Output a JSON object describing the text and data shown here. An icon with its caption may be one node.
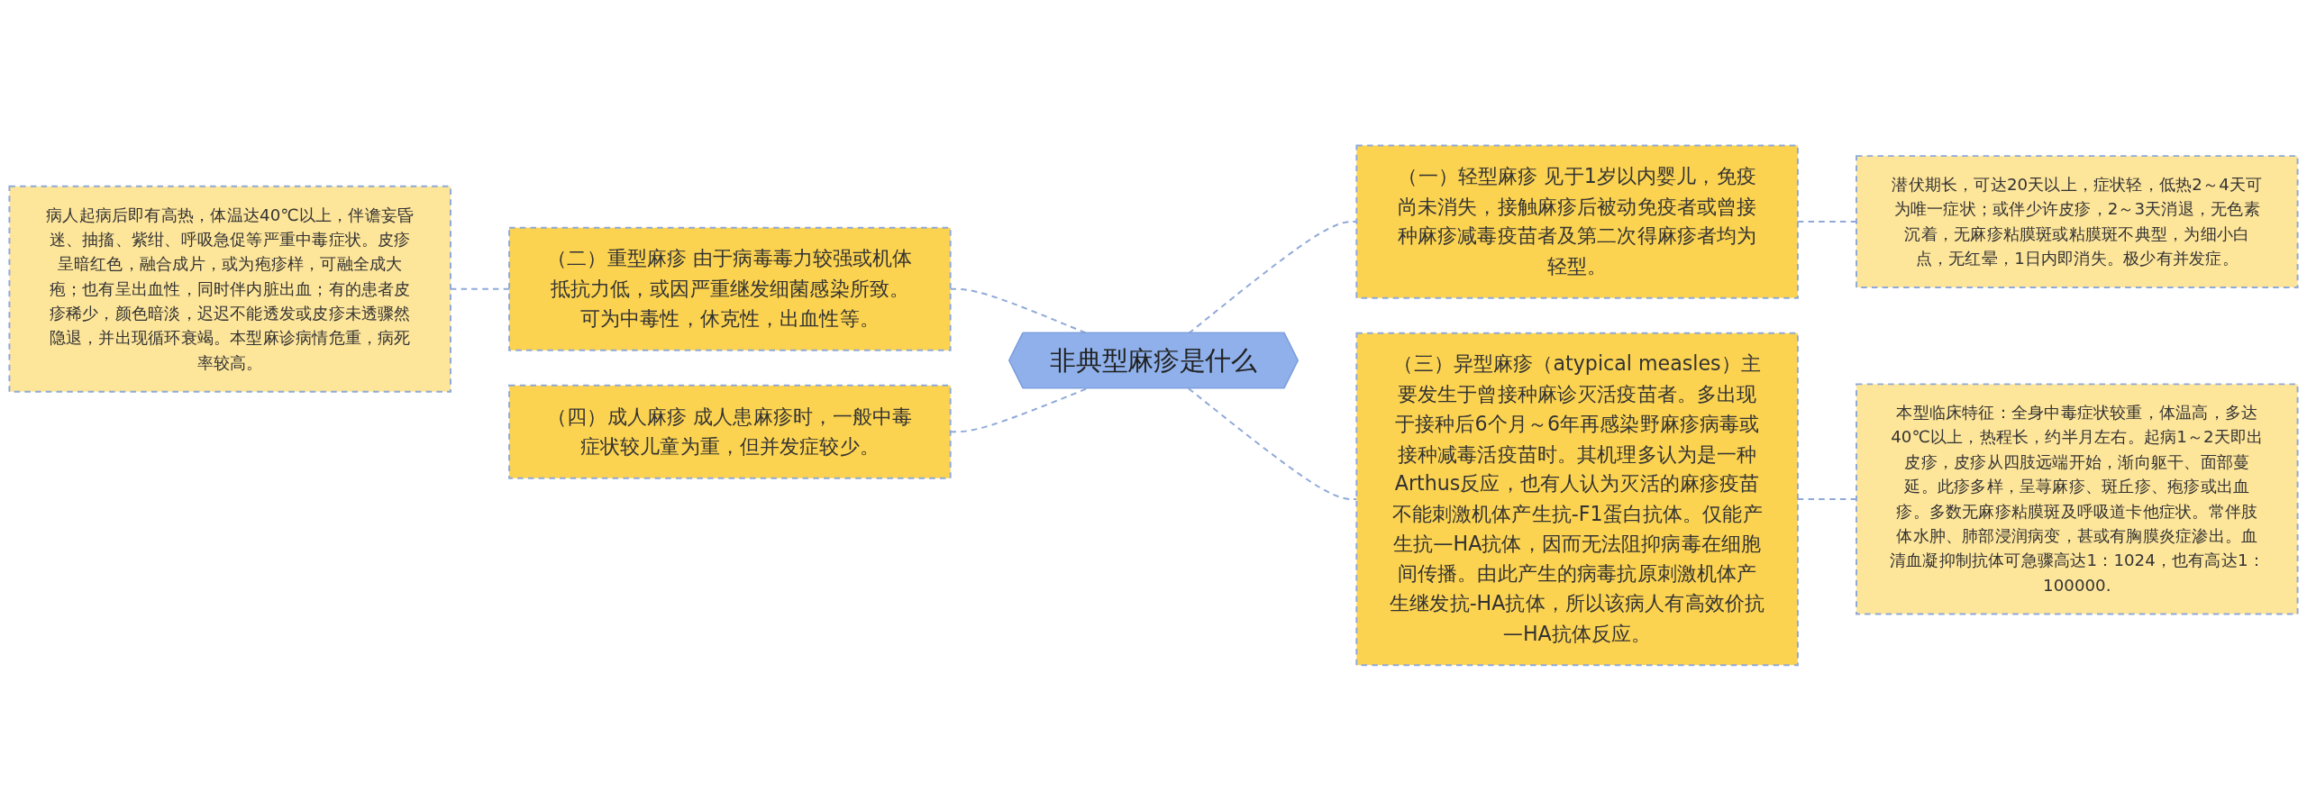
{
  "diagram": {
    "nodes": [
      {
        "text": [
          "非典型麻疹是什么"
        ]
      },
      {
        "text": [
          "（一）轻型麻疹 见于1岁以内婴儿，免疫尚未消失，接触麻疹后被动免疫者或曾接种麻疹减毒疫苗者及第二次得麻疹者均为轻型。"
        ]
      },
      {
        "text": [
          "潜伏期长，可达20天以上，症状轻，低热2～4天可为唯一症状；或伴少许皮疹，2～3天消退，无色素沉着，无麻疹粘膜斑或粘膜斑不典型，为细小白点，无红晕，1日内即消失。极少有并发症。"
        ]
      },
      {
        "text": [
          "（三）异型麻疹（atypical measles）主要发生于曾接种麻诊灭活疫苗者。多出现于接种后6个月～6年再感染野麻疹病毒或接种减毒活疫苗时。其机理多认为是一种Arthus反应，也有人认为灭活的麻疹疫苗不能刺激机体产生抗-F1蛋白抗体。仅能产生抗—HA抗体，因而无法阻抑病毒在细胞间传播。由此产生的病毒抗原刺激机体产生继发抗-HA抗体，所以该病人有高效价抗—HA抗体反应。"
        ]
      },
      {
        "text": [
          "本型临床特征：全身中毒症状较重，体温高，多达40℃以上，热程长，约半月左右。起病1～2天即出皮疹，皮疹从四肢远端开始，渐向躯干、面部蔓延。此疹多样，呈荨麻疹、斑丘疹、疱疹或出血疹。多数无麻疹粘膜斑及呼吸道卡他症状。常伴肢体水肿、肺部浸润病变，甚或有胸膜炎症渗出。血清血凝抑制抗体可急骤高达1：1024，也有高达1：100000."
        ]
      },
      {
        "text": [
          "（二）重型麻疹 由于病毒毒力较强或机体抵抗力低，或因严重继发细菌感染所致。可为中毒性，休克性，出血性等。"
        ]
      },
      {
        "text": [
          "病人起病后即有高热，体温达40℃以上，伴谵妄昏迷、抽搐、紫绀、呼吸急促等严重中毒症状。皮疹呈暗红色，融合成片，或为疱疹样，可融全成大疱；也有呈出血性，同时伴内脏出血；有的患者皮疹稀少，颜色暗淡，迟迟不能透发或皮疹未透骤然隐退，并出现循环衰竭。本型麻诊病情危重，病死率较高。"
        ]
      },
      {
        "text": [
          "（四）成人麻疹 成人患麻疹时，一般中毒症状较儿童为重，但并发症较少。"
        ]
      }
    ],
    "edges": [
      {
        "from": 0,
        "to": 1,
        "arrow": "none",
        "style": "dashed"
      },
      {
        "from": 1,
        "to": 2,
        "arrow": "none",
        "style": "dashed"
      },
      {
        "from": 0,
        "to": 3,
        "arrow": "none",
        "style": "dashed"
      },
      {
        "from": 3,
        "to": 4,
        "arrow": "none",
        "style": "dashed"
      },
      {
        "from": 0,
        "to": 5,
        "arrow": "none",
        "style": "dashed"
      },
      {
        "from": 5,
        "to": 6,
        "arrow": "none",
        "style": "dashed"
      },
      {
        "from": 0,
        "to": 7,
        "arrow": "none",
        "style": "dashed"
      }
    ]
  }
}
